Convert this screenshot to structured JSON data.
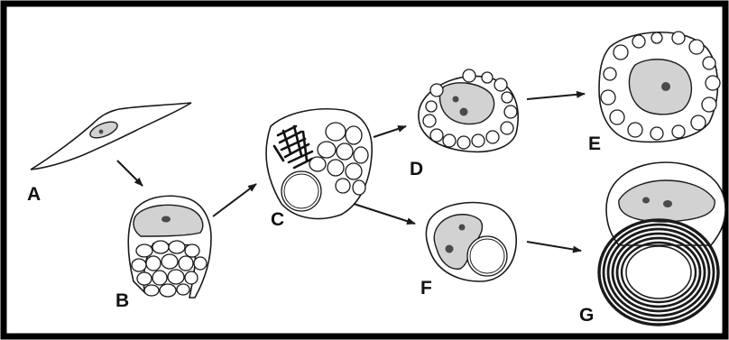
{
  "figure": {
    "labels": {
      "A": "A",
      "B": "B",
      "C": "C",
      "D": "D",
      "E": "E",
      "F": "F",
      "G": "G"
    }
  },
  "colors": {
    "border": "#000000",
    "line": "#1a1a1a",
    "nucleus_fill": "#d2d2d2",
    "nucleolus_fill": "#4a4a4a",
    "background": "#ffffff"
  }
}
